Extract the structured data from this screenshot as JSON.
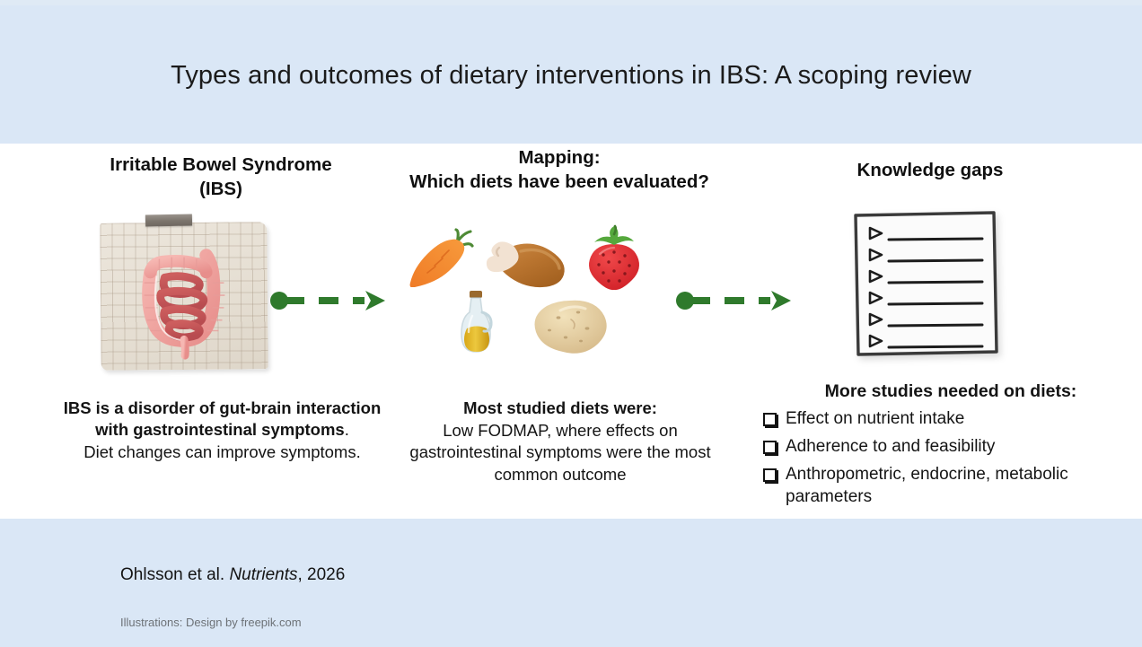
{
  "title": "Types and outcomes of dietary interventions in IBS: A scoping review",
  "colors": {
    "band": "#dae7f6",
    "arrow_green": "#2f7a2c",
    "paper_beige": "#e8e2d8",
    "text": "#141414"
  },
  "columns": {
    "left": {
      "heading_line1": "Irritable Bowel Syndrome",
      "heading_line2": "(IBS)",
      "illustration": "intestine-on-graph-paper-note",
      "body_bold": "IBS is a disorder of gut-brain interaction with gastrointestinal symptoms",
      "body_bold_tail": ".",
      "body_plain": "Diet changes can improve symptoms."
    },
    "middle": {
      "heading_line1": "Mapping:",
      "heading_line2": "Which diets have been evaluated?",
      "illustration": "food-items",
      "foods": [
        "carrot-icon",
        "chicken-leg-icon",
        "strawberry-icon",
        "oil-bottle-icon",
        "potato-icon"
      ],
      "body_bold": "Most studied diets were:",
      "body_plain": "Low FODMAP, where effects on gastrointestinal symptoms were the most common outcome"
    },
    "right": {
      "heading": "Knowledge gaps",
      "illustration": "checklist-document",
      "checklist_rows": 6,
      "body_heading": "More studies needed on diets:",
      "items": [
        "Effect on nutrient intake",
        "Adherence to and feasibility",
        "Anthropometric, endocrine, metabolic parameters"
      ]
    }
  },
  "arrows": [
    {
      "name": "flow-arrow-left-to-middle",
      "style": "dashed-green-arrow"
    },
    {
      "name": "flow-arrow-middle-to-right",
      "style": "dashed-green-arrow"
    }
  ],
  "footer": {
    "citation_authors": "Ohlsson et al. ",
    "citation_journal": "Nutrients",
    "citation_rest": ", 2026",
    "credit": "Illustrations: Design by freepik.com"
  }
}
